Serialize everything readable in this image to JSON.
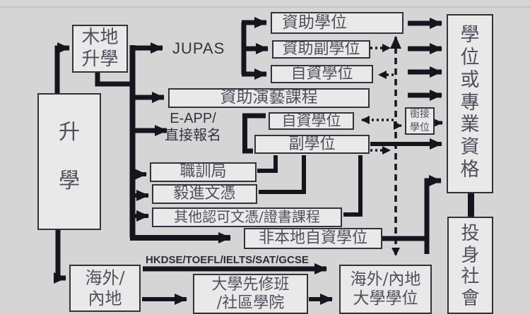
{
  "background": "#d5d5d5",
  "palette": {
    "box_fill": "#e9e9e9",
    "box_border": "#32323e",
    "box_text": "#50505c",
    "line_color": "#15151e",
    "label_text": "#34343f"
  },
  "nodes": {
    "advance_study": {
      "line1": "升",
      "line2": "學"
    },
    "local_study": {
      "line1": "木地",
      "line2": "升學"
    },
    "funded_degree": {
      "label": "資助學位"
    },
    "funded_sub_degree": {
      "label": "資助副學位"
    },
    "self_financed_degree_jupas": {
      "label": "自資學位"
    },
    "funded_performing_arts": {
      "label": "資助演藝課程"
    },
    "self_financed_degree_eapp": {
      "label": "自資學位"
    },
    "sub_degree": {
      "label": "副學位"
    },
    "vtc": {
      "label": "職訓局"
    },
    "yijin_diploma": {
      "label": "毅進文憑"
    },
    "other_recognized": {
      "label": "其他認可文憑/證書課程"
    },
    "non_local_self_financed_degree": {
      "label": "非本地自資學位"
    },
    "overseas_mainland": {
      "line1": "海外/",
      "line2": "內地"
    },
    "university_prep": {
      "line1": "大學先修班",
      "line2": "/社區學院"
    },
    "overseas_university_degree": {
      "line1": "海外/內地",
      "line2": "大學學位"
    },
    "top_up_degree": {
      "line1": "銜接",
      "line2": "學位"
    },
    "degree_or_professional": {
      "c0": "學",
      "c1": "位",
      "c2": "或",
      "c3": "專",
      "c4": "業",
      "c5": "資",
      "c6": "格"
    },
    "join_society": {
      "c0": "投",
      "c1": "身",
      "c2": "社",
      "c3": "會"
    }
  },
  "labels": {
    "jupas": "JUPAS",
    "eapp_line1": "E-APP/",
    "eapp_line2": "直接報名",
    "exams": "HKDSE/TOEFL/IELTS/SAT/GCSE"
  }
}
